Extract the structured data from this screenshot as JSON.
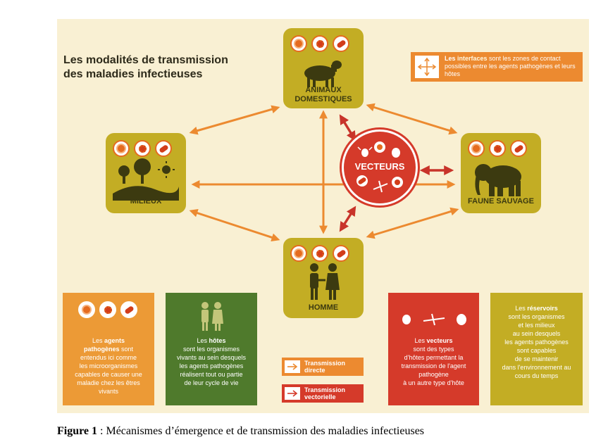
{
  "diagram": {
    "title_line1": "Les modalités de transmission",
    "title_line2": "des maladies infectieuses",
    "interfaces_text_prefix": "Les ",
    "interfaces_text_bold": "interfaces",
    "interfaces_text_rest": " sont les zones de contact possibles entre les agents pathogènes et leurs hôtes",
    "nodes": {
      "animaux_line1": "ANIMAUX",
      "animaux_line2": "DOMESTIQUES",
      "milieux": "MILIEUX",
      "faune": "FAUNE SAUVAGE",
      "homme": "HOMME",
      "vecteurs": "VECTEURS"
    },
    "legend": {
      "direct_line1": "Transmission",
      "direct_line2": "directe",
      "vector_line1": "Transmission",
      "vector_line2": "vectorielle"
    },
    "info": {
      "agents": [
        "Les ",
        "agents",
        "pathogènes",
        " sont",
        "entendus ici comme",
        "les microorganismes",
        "capables de causer une",
        "maladie chez les êtres",
        "vivants"
      ],
      "hotes": [
        "Les ",
        "hôtes",
        "sont les organismes",
        "vivants au sein desquels",
        "les agents pathogènes",
        "réalisent tout ou partie",
        "de leur cycle de vie"
      ],
      "vecteurs": [
        "Les ",
        "vecteurs",
        "sont des types",
        "d'hôtes permettant la",
        "transmission de l'agent",
        "pathogène",
        "à un autre type d'hôte"
      ],
      "reservoirs": [
        "Les ",
        "réservoirs",
        "sont les organismes",
        "et les milieux",
        "au sein desquels",
        "les agents pathogènes",
        "sont capables",
        "de se maintenir",
        "dans l'environnement au",
        "cours du temps"
      ]
    },
    "colors": {
      "orange": "#ec8a30",
      "red": "#d53a2a",
      "olive": "#c3ad24",
      "green": "#4f7a2c",
      "background": "#f9f0d3"
    },
    "icons": [
      "germ-icon",
      "virus-icon",
      "bacteria-icon",
      "sheep-icon",
      "elephant-icon",
      "landscape-icon",
      "people-icon",
      "mosquito-icon",
      "tick-icon",
      "bug-icon",
      "four-way-arrow-icon"
    ]
  },
  "caption": {
    "bold": "Figure 1",
    "text": " : Mécanismes d’émergence et de transmission des maladies infectieuses"
  }
}
